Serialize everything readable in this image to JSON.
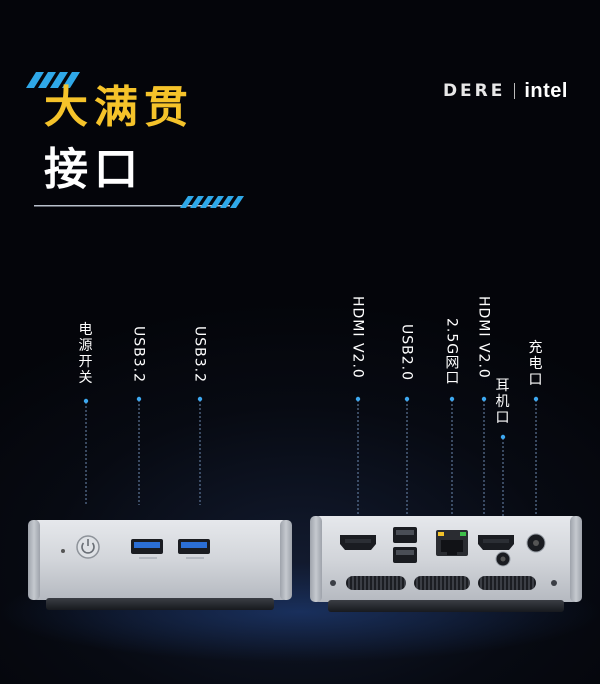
{
  "headline": {
    "line1": "大满贯",
    "line2": "接口"
  },
  "brand": {
    "logo": "DERE",
    "partner": "intel"
  },
  "front_labels": [
    {
      "key": "power",
      "text": "电源开关"
    },
    {
      "key": "usb-a",
      "text": "USB3.2"
    },
    {
      "key": "usb-b",
      "text": "USB3.2"
    }
  ],
  "rear_labels": [
    {
      "key": "hdmi-1",
      "text": "HDMI V2.0"
    },
    {
      "key": "usb2",
      "text": "USB2.0"
    },
    {
      "key": "lan",
      "text": "2.5G网口"
    },
    {
      "key": "hdmi-2",
      "text": "HDMI V2.0"
    },
    {
      "key": "audio",
      "text": "耳机口"
    },
    {
      "key": "charge",
      "text": "充电口"
    }
  ],
  "colors": {
    "accent_yellow": "#f5c32a",
    "accent_blue": "#2fa8e8",
    "dot_blue": "#3da8f0"
  },
  "icons": {
    "power": "power-icon",
    "hdmi": "hdmi-port-icon",
    "usb": "usb-port-icon",
    "lan": "ethernet-port-icon",
    "audio": "audio-jack-icon",
    "dc": "dc-jack-icon"
  }
}
